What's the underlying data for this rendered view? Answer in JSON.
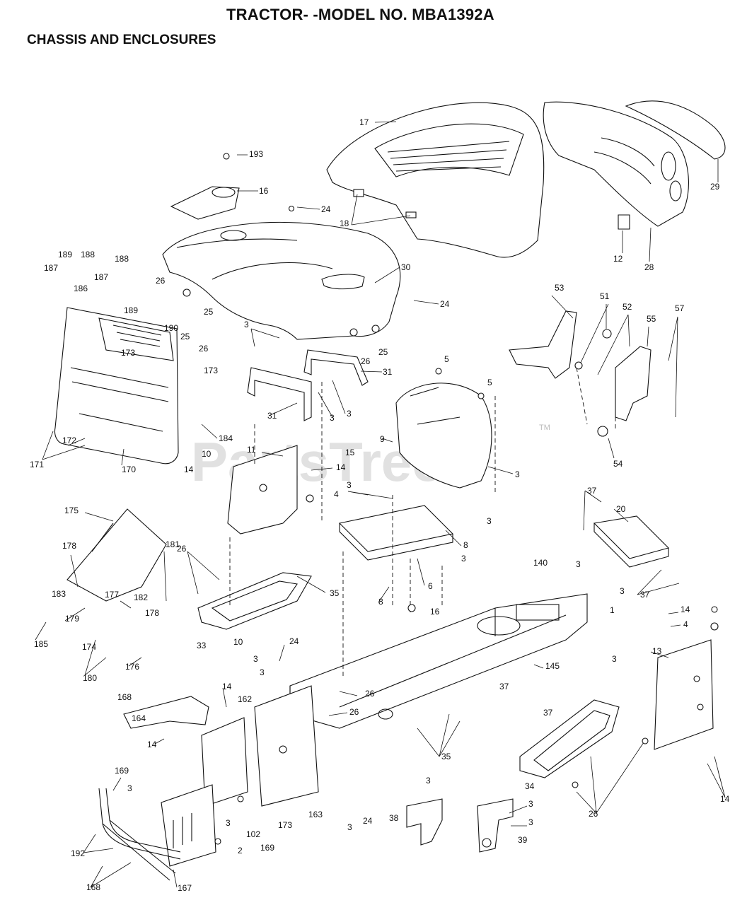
{
  "header": {
    "title": "TRACTOR- -MODEL NO. MBA1392A",
    "section": "CHASSIS AND ENCLOSURES"
  },
  "watermark": {
    "text": "PartsTree",
    "mark": "TM"
  },
  "part_labels": [
    "17",
    "193",
    "16",
    "24",
    "18",
    "29",
    "12",
    "28",
    "30",
    "189",
    "188",
    "187",
    "186",
    "188",
    "187",
    "189",
    "26",
    "25",
    "24",
    "190",
    "25",
    "26",
    "173",
    "173",
    "3",
    "31",
    "31",
    "3",
    "3",
    "26",
    "25",
    "5",
    "5",
    "53",
    "51",
    "52",
    "55",
    "57",
    "184",
    "172",
    "171",
    "170",
    "10",
    "11",
    "14",
    "15",
    "9",
    "4",
    "14",
    "3",
    "54",
    "175",
    "178",
    "183",
    "177",
    "181",
    "182",
    "179",
    "178",
    "185",
    "174",
    "176",
    "180",
    "26",
    "33",
    "10",
    "35",
    "3",
    "8",
    "6",
    "8",
    "16",
    "3",
    "37",
    "20",
    "3",
    "3",
    "140",
    "3",
    "3",
    "1",
    "37",
    "14",
    "4",
    "13",
    "24",
    "3",
    "3",
    "26",
    "26",
    "168",
    "14",
    "162",
    "164",
    "14",
    "145",
    "37",
    "37",
    "35",
    "169",
    "3",
    "3",
    "3",
    "102",
    "173",
    "163",
    "24",
    "3",
    "3",
    "38",
    "34",
    "3",
    "39",
    "26",
    "14",
    "192",
    "2",
    "169",
    "168",
    "167"
  ]
}
